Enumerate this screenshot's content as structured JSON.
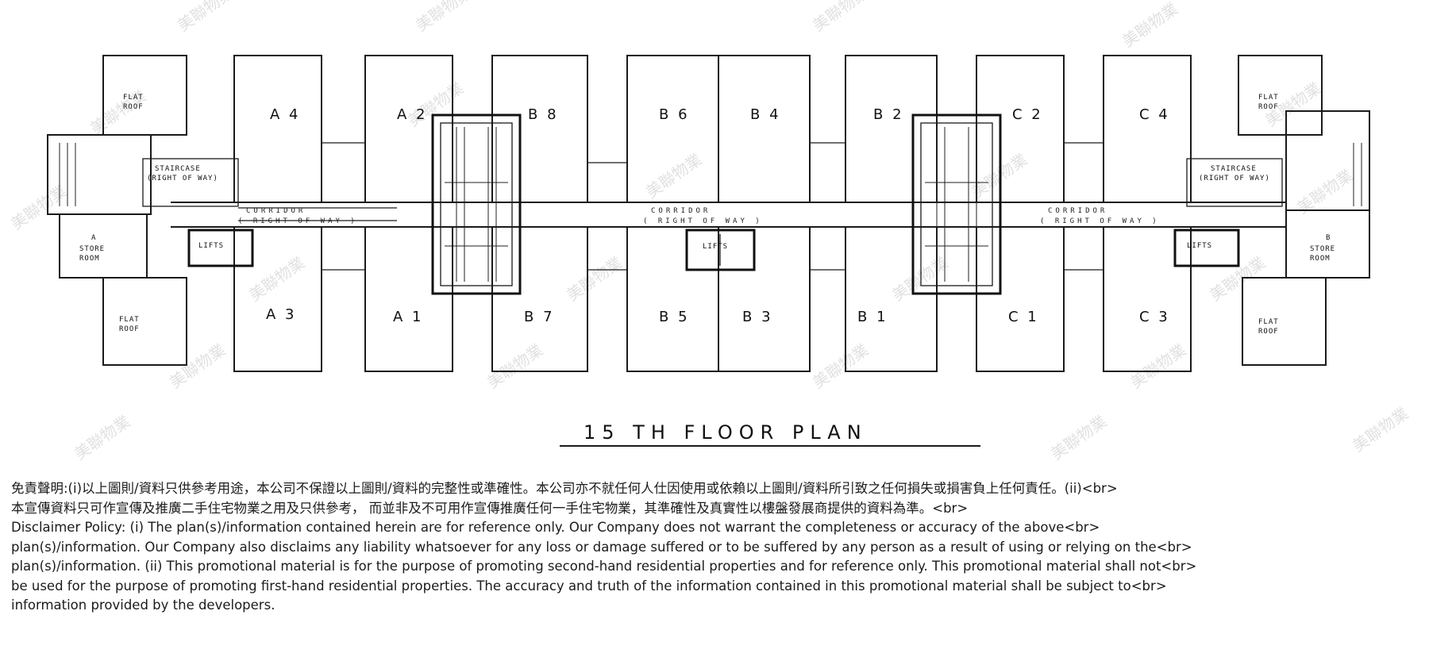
{
  "plan": {
    "title": "15 TH  FLOOR  PLAN",
    "units": {
      "A4": "A 4",
      "A2": "A 2",
      "B8": "B 8",
      "B6": "B 6",
      "B4": "B 4",
      "B2": "B 2",
      "C2": "C 2",
      "C4": "C 4",
      "A3": "A 3",
      "A1": "A 1",
      "B7": "B 7",
      "B5": "B 5",
      "B3": "B 3",
      "B1": "B 1",
      "C1": "C 1",
      "C3": "C 3"
    },
    "rooms": {
      "flat_roof_label": [
        "FLAT",
        "ROOF"
      ],
      "store_room_a": [
        "A",
        "STORE",
        "ROOM"
      ],
      "store_room_b": [
        "B",
        "STORE",
        "ROOM"
      ],
      "staircase": "STAIRCASE",
      "staircase_right": "(RIGHT OF WAY)",
      "lifts": "LIFTS",
      "corridor": "CORRIDOR",
      "corridor_right": "( RIGHT OF WAY )"
    },
    "watermark": "美聯物業"
  },
  "disclaimer": {
    "lines": [
      "免責聲明:(i)以上圖則/資料只供參考用途，本公司不保證以上圖則/資料的完整性或準確性。本公司亦不就任何人仕因使用或依賴以上圖則/資料所引致之任何損失或損害負上任何責任。(ii)<br>",
      "本宣傳資料只可作宣傳及推廣二手住宅物業之用及只供參考， 而並非及不可用作宣傳推廣任何一手住宅物業，其準確性及真實性以樓盤發展商提供的資料為準。<br>",
      "Disclaimer Policy: (i) The plan(s)/information contained herein are for reference only. Our Company does not warrant the completeness or accuracy of the above<br>",
      "plan(s)/information. Our Company also disclaims any liability whatsoever for any loss or damage suffered or to be suffered by any person as a result of using or relying on the<br>",
      "plan(s)/information. (ii) This promotional material is for the purpose of promoting second-hand residential properties and for reference only. This promotional material shall not<br>",
      "be used for the purpose of promoting first-hand residential properties. The accuracy and truth of the information contained in this promotional material shall be subject to<br>",
      "information provided by the developers."
    ]
  }
}
